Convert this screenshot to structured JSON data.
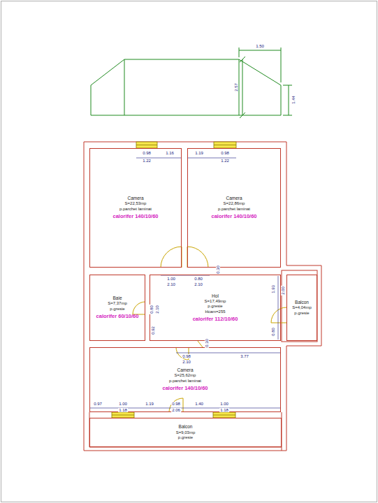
{
  "diagram": {
    "nodes": [
      {
        "text": [
          "Camera",
          "S=22,53mp",
          "p.parchet laminat",
          "calorifer 140/10/60"
        ]
      },
      {
        "text": [
          "Camera",
          "S=22,86mp",
          "p.parchet laminat",
          "calorifer 140/10/60"
        ]
      },
      {
        "text": [
          "Baie",
          "S=7,37mp",
          "p.gresie",
          "calorifer 60/10/60"
        ]
      },
      {
        "text": [
          "Hol",
          "S=17,49mp",
          "p.gresie",
          "Hcam=255",
          "calorifer 112/10/60"
        ]
      },
      {
        "text": [
          "Balcon",
          "S=4,04mp",
          "p.gresie"
        ]
      },
      {
        "text": [
          "Camera",
          "S=25,62mp",
          "p.parchet laminat",
          "calorifer 140/10/60"
        ]
      },
      {
        "text": [
          "Balcon",
          "S=9,03mp",
          "p.gresie"
        ]
      }
    ],
    "labels": [
      "1.50",
      "2.57",
      "1.44",
      "0.98",
      "1.22",
      "1.16",
      "1.19",
      "0.98",
      "1.22",
      "1.00",
      "2.10",
      "0.80",
      "2.10",
      "0.30",
      "0.80",
      "2.10",
      "0.92",
      "1.93",
      "2.00",
      "0.80",
      "0.98",
      "2.10",
      "0.30",
      "3.77",
      "0.97",
      "1.00",
      "1.18",
      "1.19",
      "0.98",
      "2.06",
      "1.40",
      "1.00",
      "1.18"
    ]
  }
}
